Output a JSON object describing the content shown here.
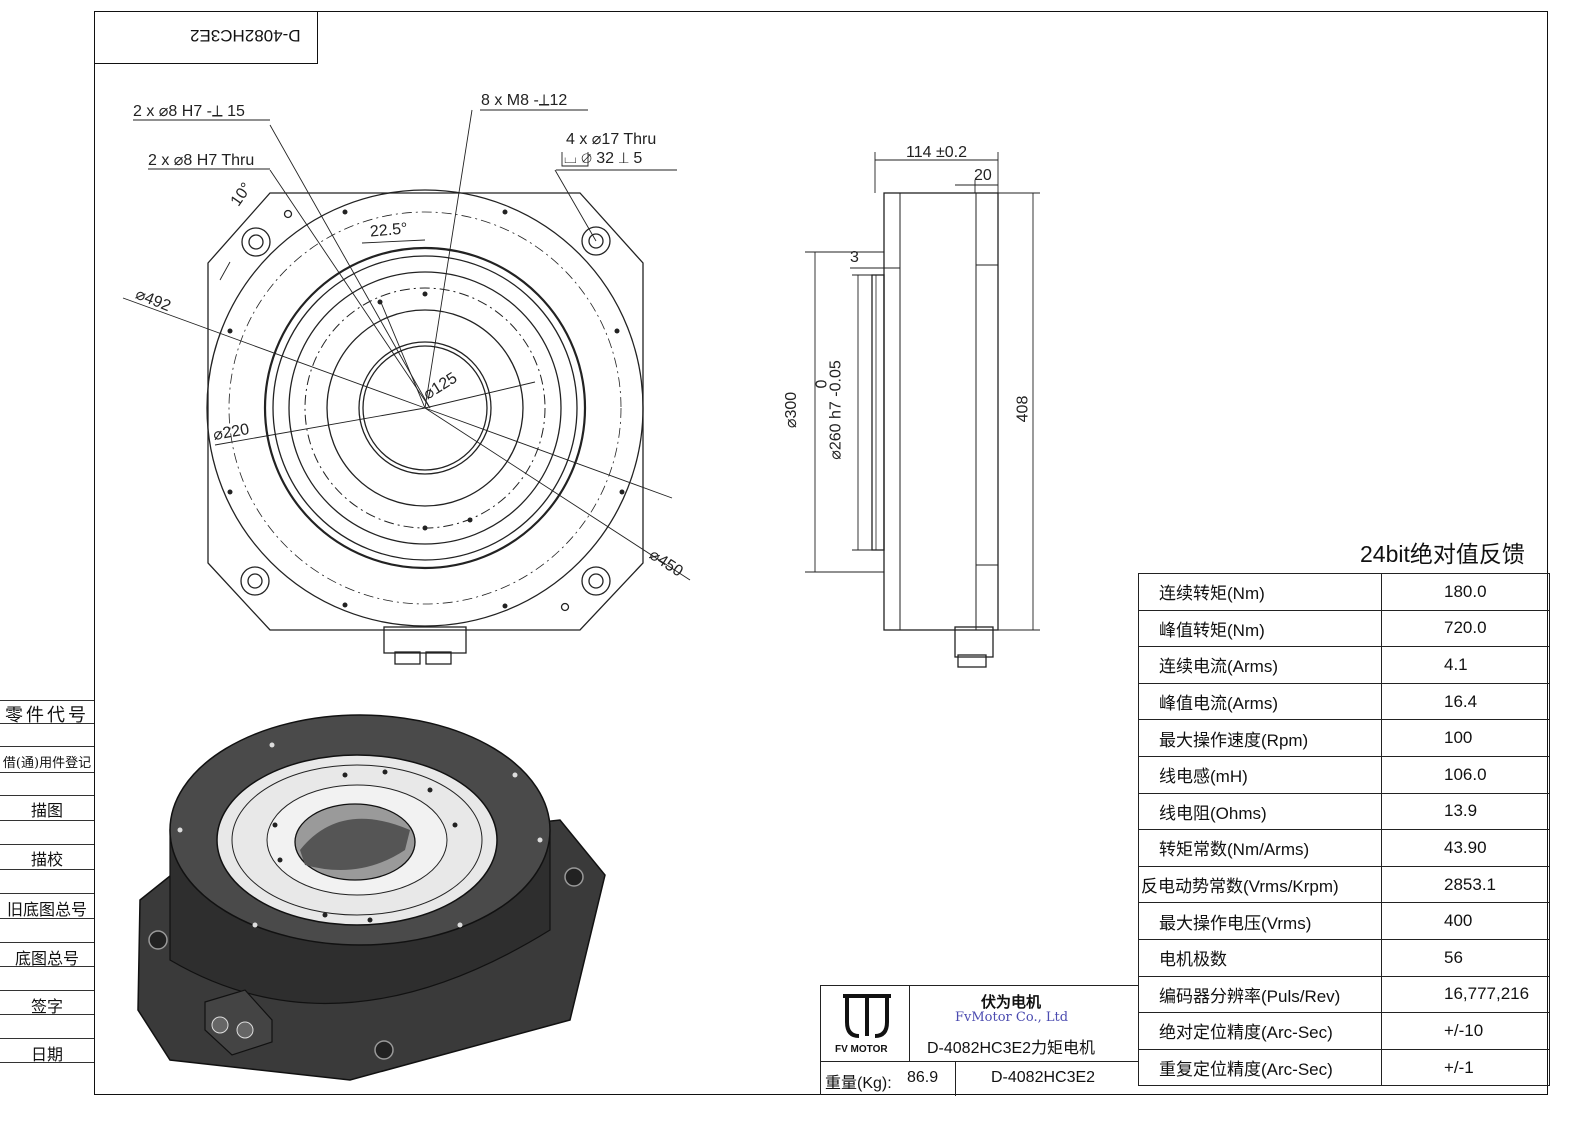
{
  "drawing": {
    "stamp_code": "D-4082HC3E2",
    "dim_labels": {
      "pin_holes_blind": "2 x ⌀8 H7 -⟂ 15",
      "pin_holes_thru": "2 x ⌀8 H7 Thru",
      "tapped_holes": "8 x  M8 -⟂12",
      "mount_holes": "4 x  ⌀17 Thru",
      "counterbore": "⌴  ⌀ 32 ⟂ 5",
      "angle_10": "10°",
      "angle_22_5": "22.5°",
      "dia_492": "⌀492",
      "dia_220": "⌀220",
      "dia_125": "⌀125",
      "dia_450": "⌀450",
      "width_114": "114 ±0.2",
      "dim_20": "20",
      "dim_3": "3",
      "dia_300": "⌀300",
      "tol_0": "0",
      "dia_260": "⌀260 h7 -0.05",
      "height_408": "408"
    }
  },
  "sidebar": {
    "rows": [
      "零件代号",
      "借(通)用件登记",
      "描图",
      "描校",
      "旧底图总号",
      "底图总号",
      "签字",
      "日期"
    ]
  },
  "spec_table": {
    "title": "24bit绝对值反馈",
    "rows": [
      {
        "label": "连续转矩(Nm)",
        "value": "180.0"
      },
      {
        "label": "峰值转矩(Nm)",
        "value": "720.0"
      },
      {
        "label": "连续电流(Arms)",
        "value": "4.1"
      },
      {
        "label": "峰值电流(Arms)",
        "value": "16.4"
      },
      {
        "label": "最大操作速度(Rpm)",
        "value": "100"
      },
      {
        "label": "线电感(mH)",
        "value": "106.0"
      },
      {
        "label": "线电阻(Ohms)",
        "value": "13.9"
      },
      {
        "label": "转矩常数(Nm/Arms)",
        "value": "43.90"
      },
      {
        "label": "反电动势常数(Vrms/Krpm)",
        "value": "2853.1"
      },
      {
        "label": "最大操作电压(Vrms)",
        "value": "400"
      },
      {
        "label": "电机极数",
        "value": "56"
      },
      {
        "label": "编码器分辨率(Puls/Rev)",
        "value": "16,777,216"
      },
      {
        "label": "绝对定位精度(Arc-Sec)",
        "value": "+/-10"
      },
      {
        "label": "重复定位精度(Arc-Sec)",
        "value": "+/-1"
      }
    ]
  },
  "title_block": {
    "logo_text": "FV MOTOR",
    "company_cn": "伏为电机",
    "company_en": "FvMotor Co., Ltd",
    "product_name": "D-4082HC3E2力矩电机",
    "weight_label": "重量(Kg):",
    "weight_value": "86.9",
    "part_number": "D-4082HC3E2"
  }
}
